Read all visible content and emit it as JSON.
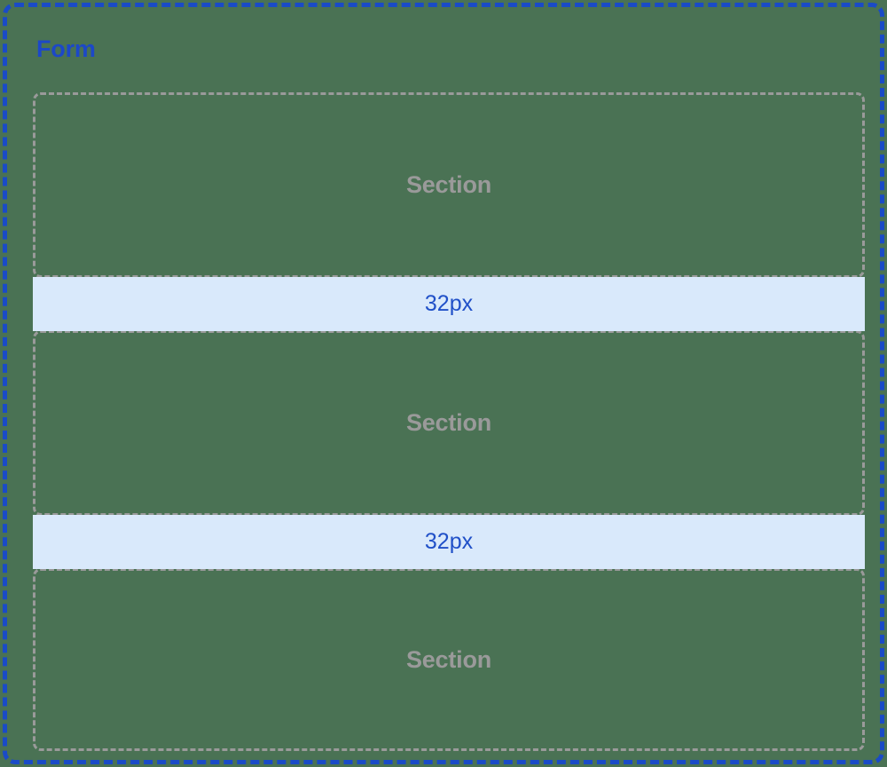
{
  "container": {
    "title": "Form",
    "border_color": "#1a4bc7",
    "background_color": "#4a7254"
  },
  "spec": {
    "section_label": "Section",
    "section_border_color": "#9a9a9a",
    "spacer_label": "32px",
    "spacer_background_color": "#d9e9fb",
    "spacer_text_color": "#2050c8"
  },
  "stack": [
    {
      "kind": "section",
      "label": "Section"
    },
    {
      "kind": "spacer",
      "label": "32px"
    },
    {
      "kind": "section",
      "label": "Section"
    },
    {
      "kind": "spacer",
      "label": "32px"
    },
    {
      "kind": "section",
      "label": "Section"
    }
  ]
}
